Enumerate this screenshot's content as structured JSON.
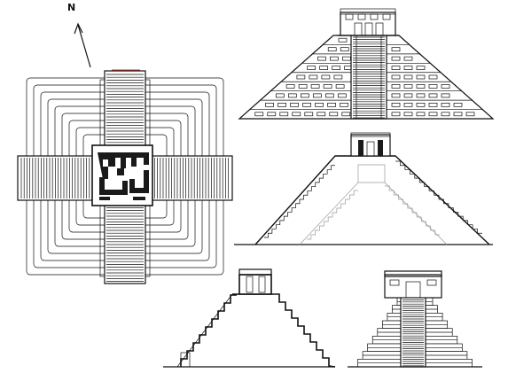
{
  "north_label": "N",
  "colors": {
    "ink": "#111111",
    "ghost": "#9a9a9a",
    "paper": "#ffffff"
  },
  "views": [
    {
      "id": "plan",
      "kind": "plan"
    },
    {
      "id": "front-elevation",
      "kind": "elevation"
    },
    {
      "id": "cross-section",
      "kind": "section"
    },
    {
      "id": "side-section",
      "kind": "section"
    },
    {
      "id": "stair-elevation",
      "kind": "elevation"
    }
  ]
}
